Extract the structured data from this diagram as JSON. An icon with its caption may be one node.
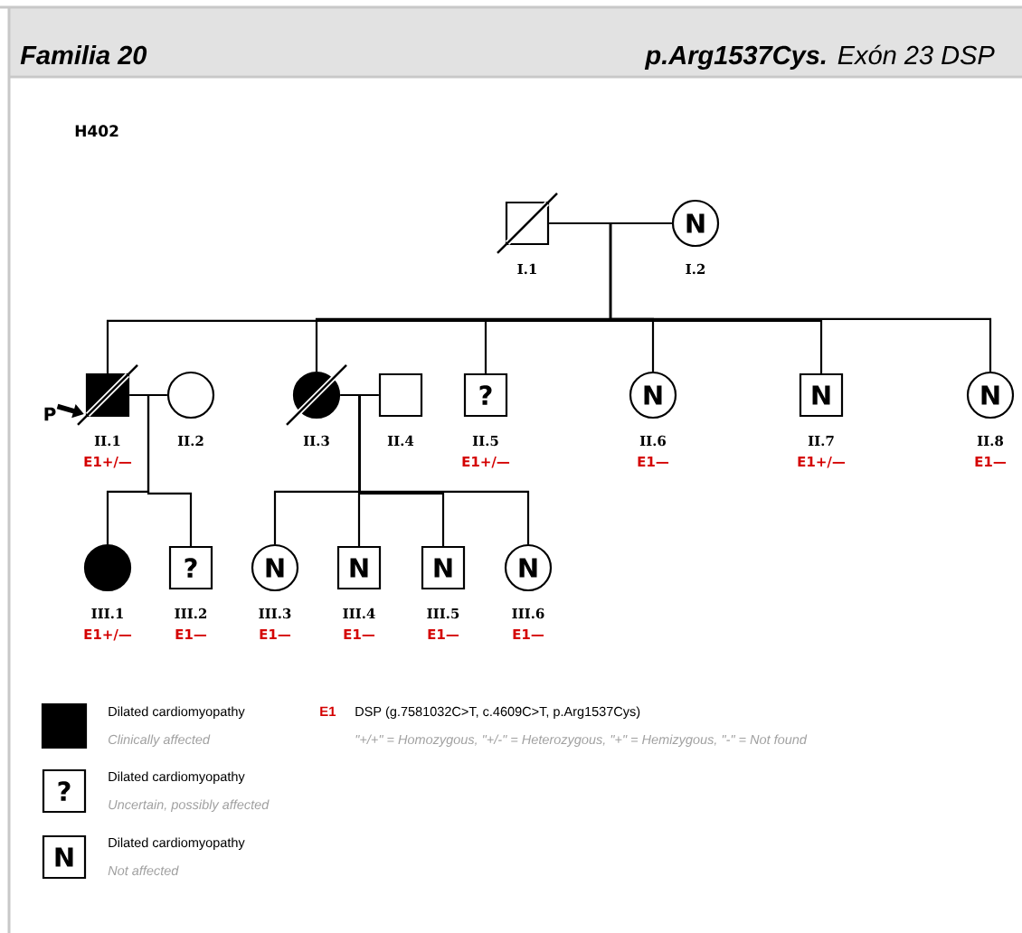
{
  "diagram": {
    "title": "Familia 20",
    "nodes": [
      {
        "text": [],
        "shape": "box",
        "beside": [
          "I.1"
        ]
      },
      {
        "text": [
          "N"
        ],
        "beside": [
          "I.2"
        ]
      },
      {
        "text": [
          "P"
        ]
      },
      {
        "text": [],
        "shape": "box",
        "beside": [
          "II.1",
          "E1+/—"
        ]
      },
      {
        "text": [],
        "shape": "circle",
        "beside": [
          "II.2"
        ]
      },
      {
        "text": [],
        "shape": "circle",
        "beside": [
          "II.3"
        ]
      },
      {
        "text": [],
        "shape": "box",
        "beside": [
          "II.4"
        ]
      },
      {
        "text": [
          "?"
        ],
        "beside": [
          "II.5",
          "E1+/—"
        ]
      },
      {
        "text": [
          "N"
        ],
        "beside": [
          "II.6",
          "E1—"
        ]
      },
      {
        "text": [
          "N"
        ],
        "beside": [
          "II.7",
          "E1+/—"
        ]
      },
      {
        "text": [
          "N"
        ],
        "beside": [
          "II.8",
          "E1—"
        ]
      },
      {
        "text": [],
        "shape": "circle",
        "beside": [
          "III.1",
          "E1+/—"
        ]
      },
      {
        "text": [
          "?"
        ],
        "beside": [
          "III.2",
          "E1—"
        ]
      },
      {
        "text": [
          "N"
        ],
        "beside": [
          "III.3",
          "E1—"
        ]
      },
      {
        "text": [
          "N"
        ],
        "beside": [
          "III.4",
          "E1—"
        ]
      },
      {
        "text": [
          "N"
        ],
        "beside": [
          "III.5",
          "E1—"
        ]
      },
      {
        "text": [
          "N"
        ],
        "beside": [
          "III.6",
          "E1—"
        ]
      },
      {
        "text": [],
        "shape": "box",
        "beside": [
          "Dilated cardiomyopathy",
          "Clinically affected"
        ]
      },
      {
        "text": [
          "?"
        ],
        "beside": [
          "Dilated cardiomyopathy",
          "Uncertain, possibly affected"
        ]
      },
      {
        "text": [
          "N"
        ],
        "beside": [
          "Dilated cardiomyopathy",
          "Not affected"
        ]
      }
    ],
    "edges": [
      {
        "from": 0,
        "to": 1,
        "arrow": "none"
      },
      {
        "from": 0,
        "to": 3,
        "arrow": "none"
      },
      {
        "from": 0,
        "to": 5,
        "arrow": "none"
      },
      {
        "from": 0,
        "to": 7,
        "arrow": "none"
      },
      {
        "from": 0,
        "to": 8,
        "arrow": "none"
      },
      {
        "from": 0,
        "to": 9,
        "arrow": "none"
      },
      {
        "from": 0,
        "to": 10,
        "arrow": "none"
      },
      {
        "from": 3,
        "to": 4,
        "arrow": "none"
      },
      {
        "from": 5,
        "to": 6,
        "arrow": "none"
      },
      {
        "from": 3,
        "to": 11,
        "arrow": "none"
      },
      {
        "from": 3,
        "to": 12,
        "arrow": "none"
      },
      {
        "from": 5,
        "to": 13,
        "arrow": "none"
      },
      {
        "from": 5,
        "to": 14,
        "arrow": "none"
      },
      {
        "from": 5,
        "to": 15,
        "arrow": "none"
      },
      {
        "from": 5,
        "to": 16,
        "arrow": "none"
      },
      {
        "from": 2,
        "to": 3,
        "arrow": "to",
        "style": "thick"
      }
    ],
    "labels": [
      "**p.Arg1537Cys.** Exón 23 DSP",
      "H402",
      "E1",
      "DSP (g.7581032C>T, c.4609C>T, p.Arg1537Cys)",
      "\"+/+\" = Homozygous, \"+/-\" = Heterozygous, \"+\" = Hemizygous, \"-\" = Not found"
    ]
  }
}
